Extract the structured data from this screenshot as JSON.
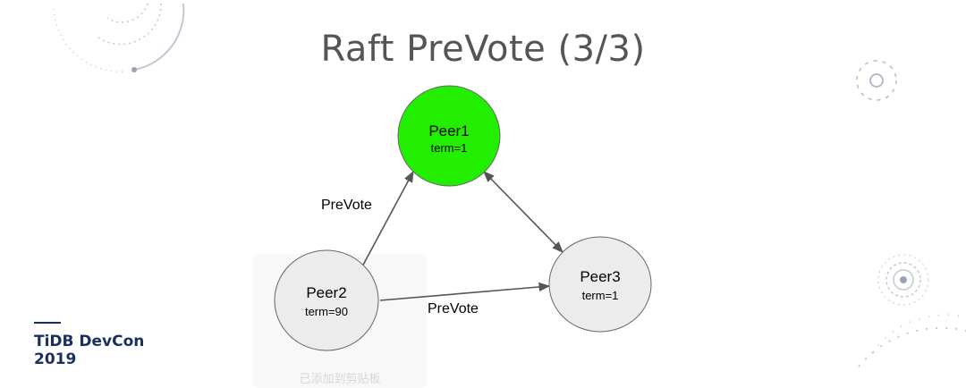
{
  "slide": {
    "title": "Raft PreVote (3/3)",
    "logo_line1": "TiDB DevCon",
    "logo_line2": "2019",
    "overlay_text": "已添加到剪贴板"
  },
  "nodes": [
    {
      "id": "peer1",
      "name": "Peer1",
      "term": "term=1",
      "fill": "#22ee00"
    },
    {
      "id": "peer2",
      "name": "Peer2",
      "term": "term=90",
      "fill": "#ececec"
    },
    {
      "id": "peer3",
      "name": "Peer3",
      "term": "term=1",
      "fill": "#ececec"
    }
  ],
  "edges": [
    {
      "from": "peer2",
      "to": "peer1",
      "label": "PreVote",
      "bidirectional": false
    },
    {
      "from": "peer2",
      "to": "peer3",
      "label": "PreVote",
      "bidirectional": false
    },
    {
      "from": "peer1",
      "to": "peer3",
      "label": "",
      "bidirectional": true
    }
  ],
  "colors": {
    "accent": "#1b2f5e",
    "leader": "#22ee00",
    "follower": "#ececec",
    "deco": "#c7cad6"
  }
}
